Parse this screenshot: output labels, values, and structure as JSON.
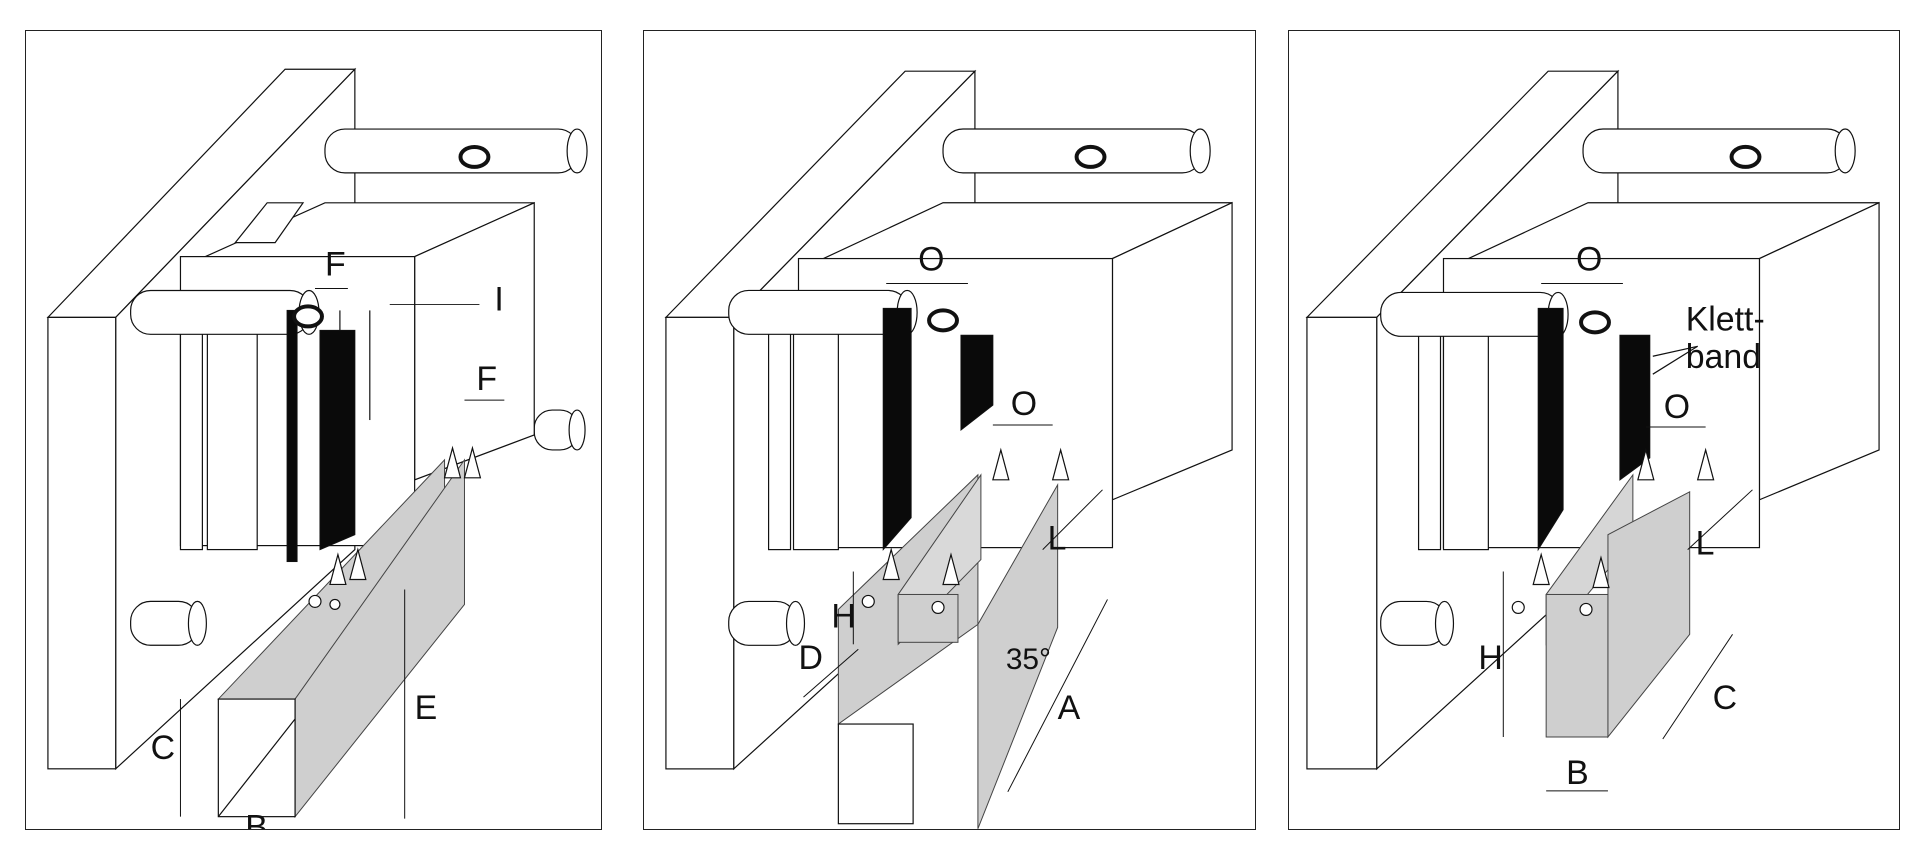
{
  "panels": [
    {
      "id": "panel-1",
      "description": "Mould with band feed, single fold product",
      "labels": {
        "f_top": "F",
        "i": "I",
        "f_side": "F",
        "e": "E",
        "c": "C",
        "b": "B"
      }
    },
    {
      "id": "panel-2",
      "description": "Mould with two bands, angled profile",
      "labels": {
        "o_top": "O",
        "o_side": "O",
        "l": "L",
        "h": "H",
        "d": "D",
        "angle": "35°",
        "a": "A"
      }
    },
    {
      "id": "panel-3",
      "description": "Mould with hook-and-loop bands, box profile",
      "labels": {
        "o_top": "O",
        "klett_line1": "Klett-",
        "klett_line2": "band",
        "o_side": "O",
        "l": "L",
        "h": "H",
        "c": "C",
        "b": "B"
      }
    }
  ],
  "colors": {
    "line": "#111111",
    "band": "#0a0a0a",
    "product_fill": "#cfcfcf",
    "background": "#ffffff"
  }
}
